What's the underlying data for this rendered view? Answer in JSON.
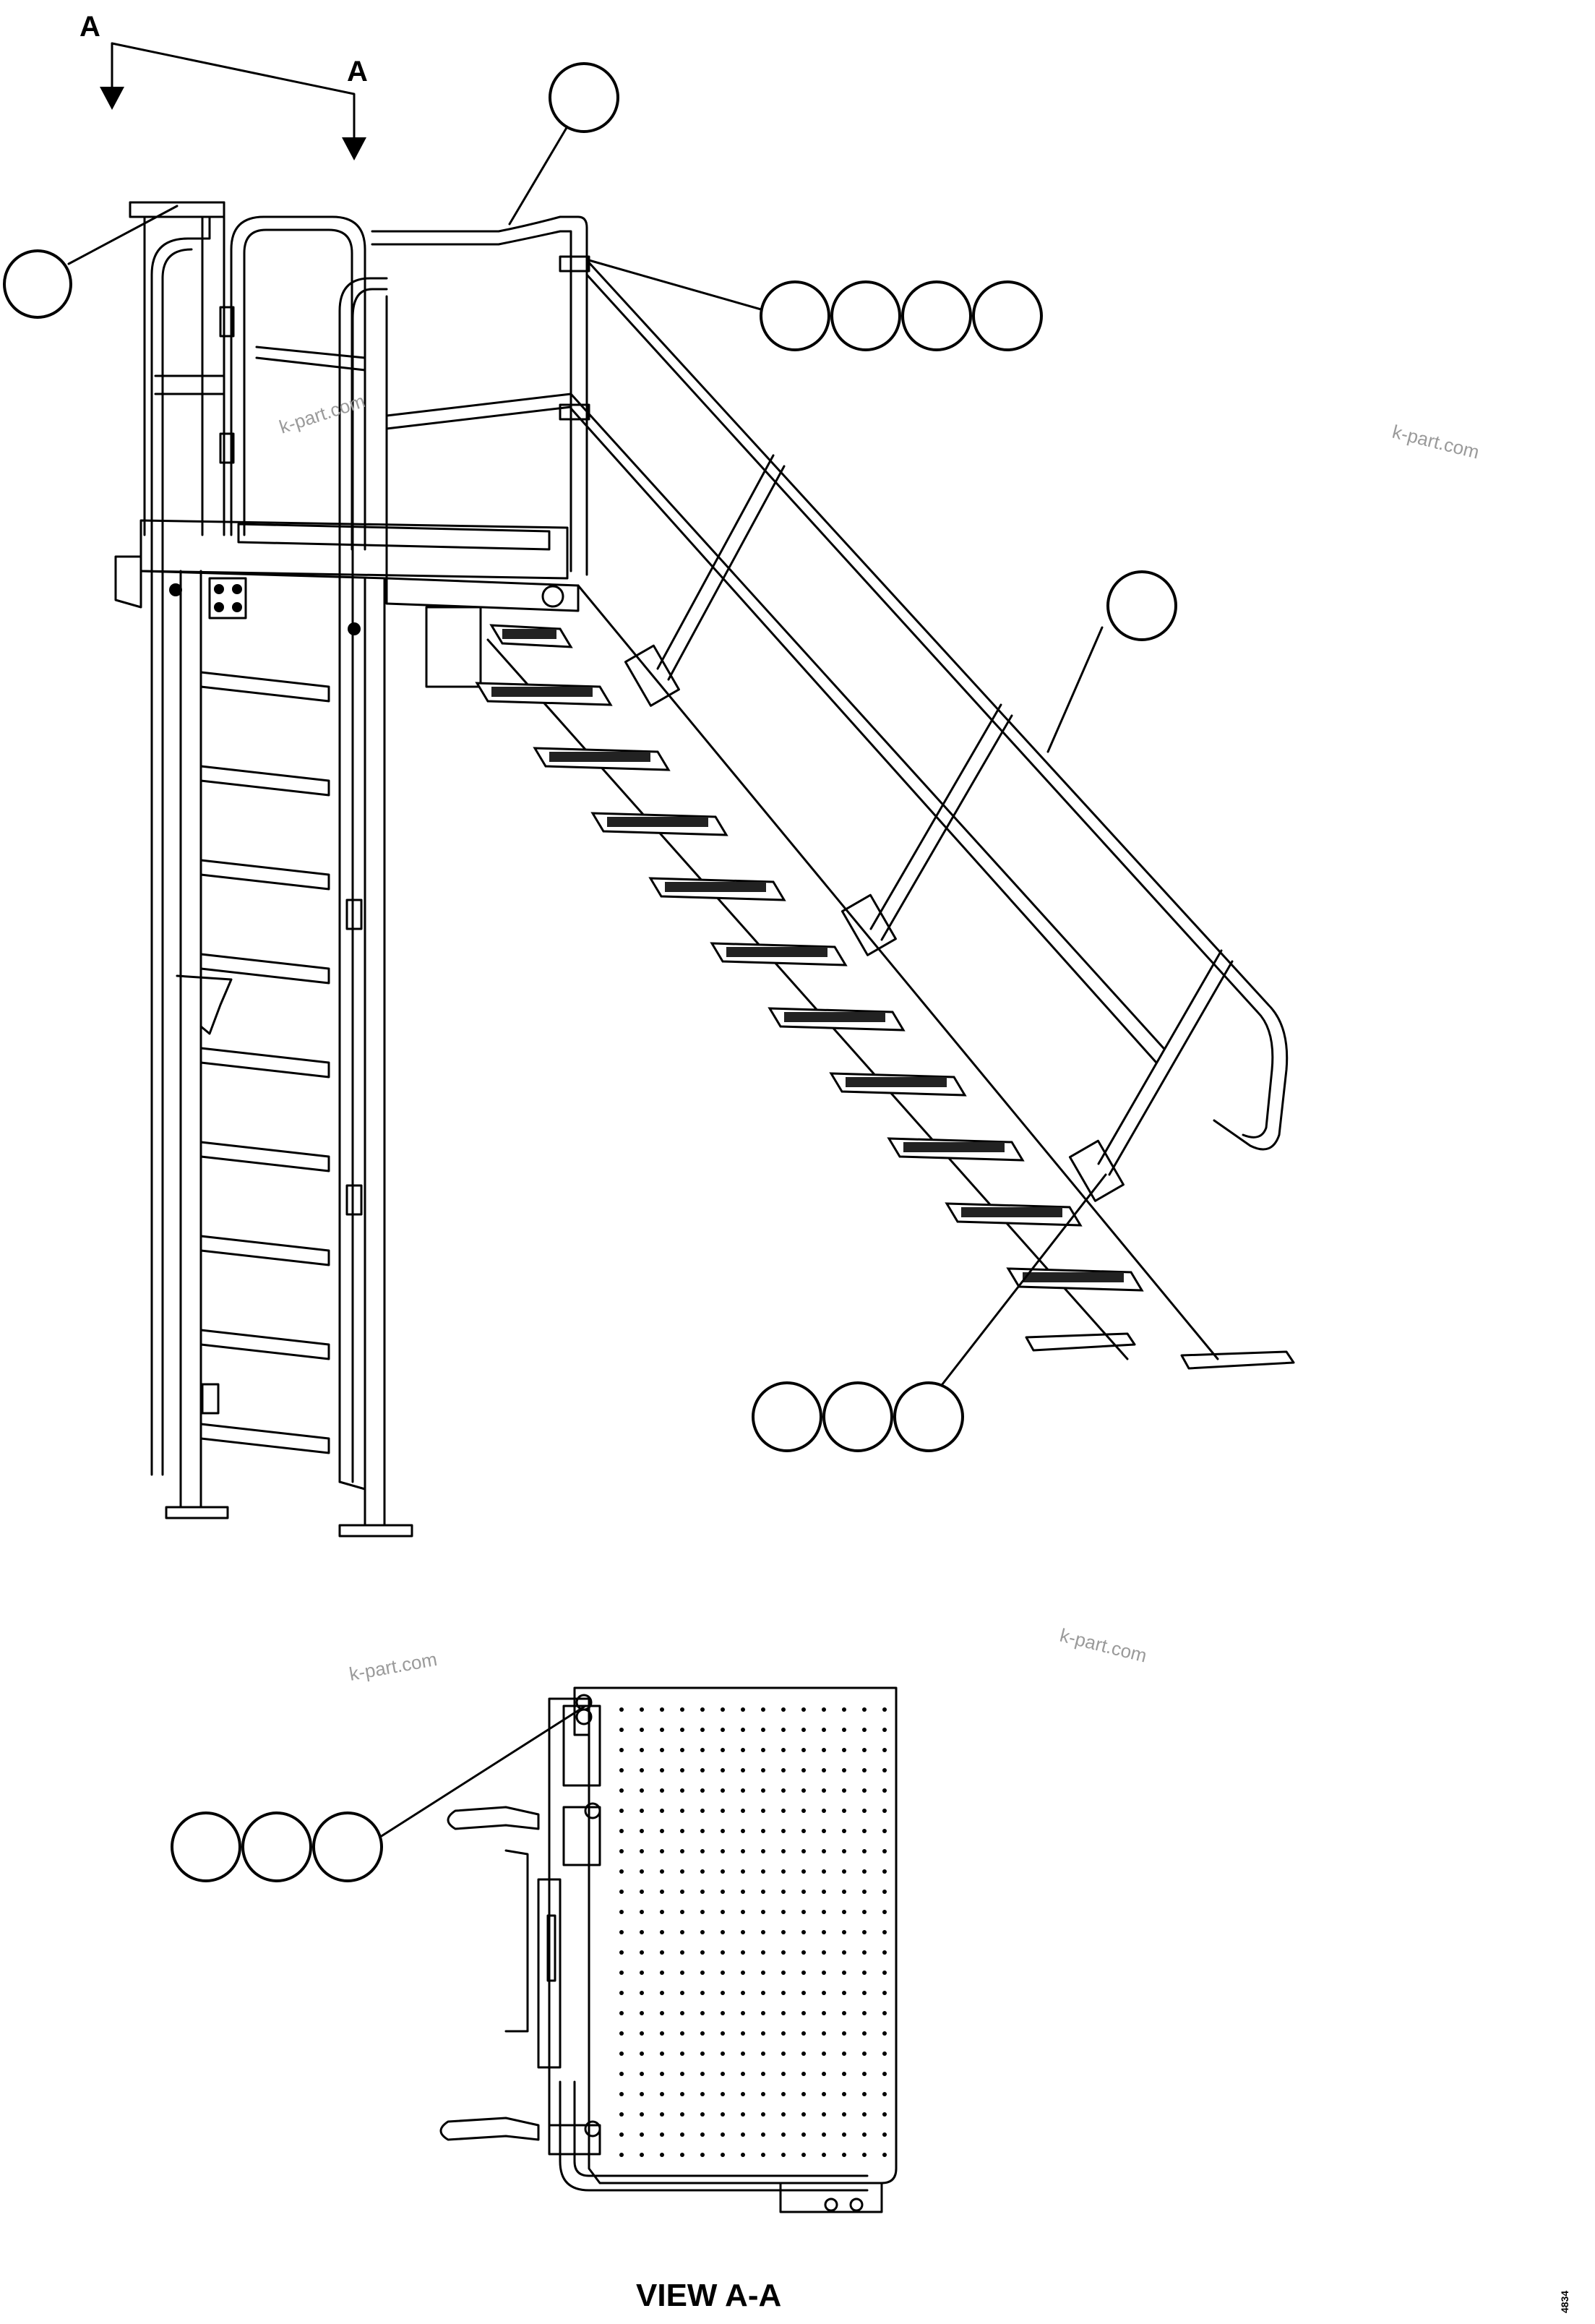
{
  "section_marker": {
    "left_letter": "A",
    "right_letter": "A"
  },
  "watermarks": [
    "k-part.com",
    "k-part.com",
    "k-part.com",
    "k-part.com"
  ],
  "view_caption": "VIEW A-A",
  "drawing_code": "4834",
  "callout_groups": [
    {
      "id": "top-left-rail",
      "bubbles": 1
    },
    {
      "id": "top-platform-rail",
      "bubbles": 1
    },
    {
      "id": "handrail-clamp",
      "bubbles": 4
    },
    {
      "id": "stair-handrail",
      "bubbles": 1
    },
    {
      "id": "stair-bracket",
      "bubbles": 3
    },
    {
      "id": "view-aa-hardware",
      "bubbles": 3
    }
  ]
}
